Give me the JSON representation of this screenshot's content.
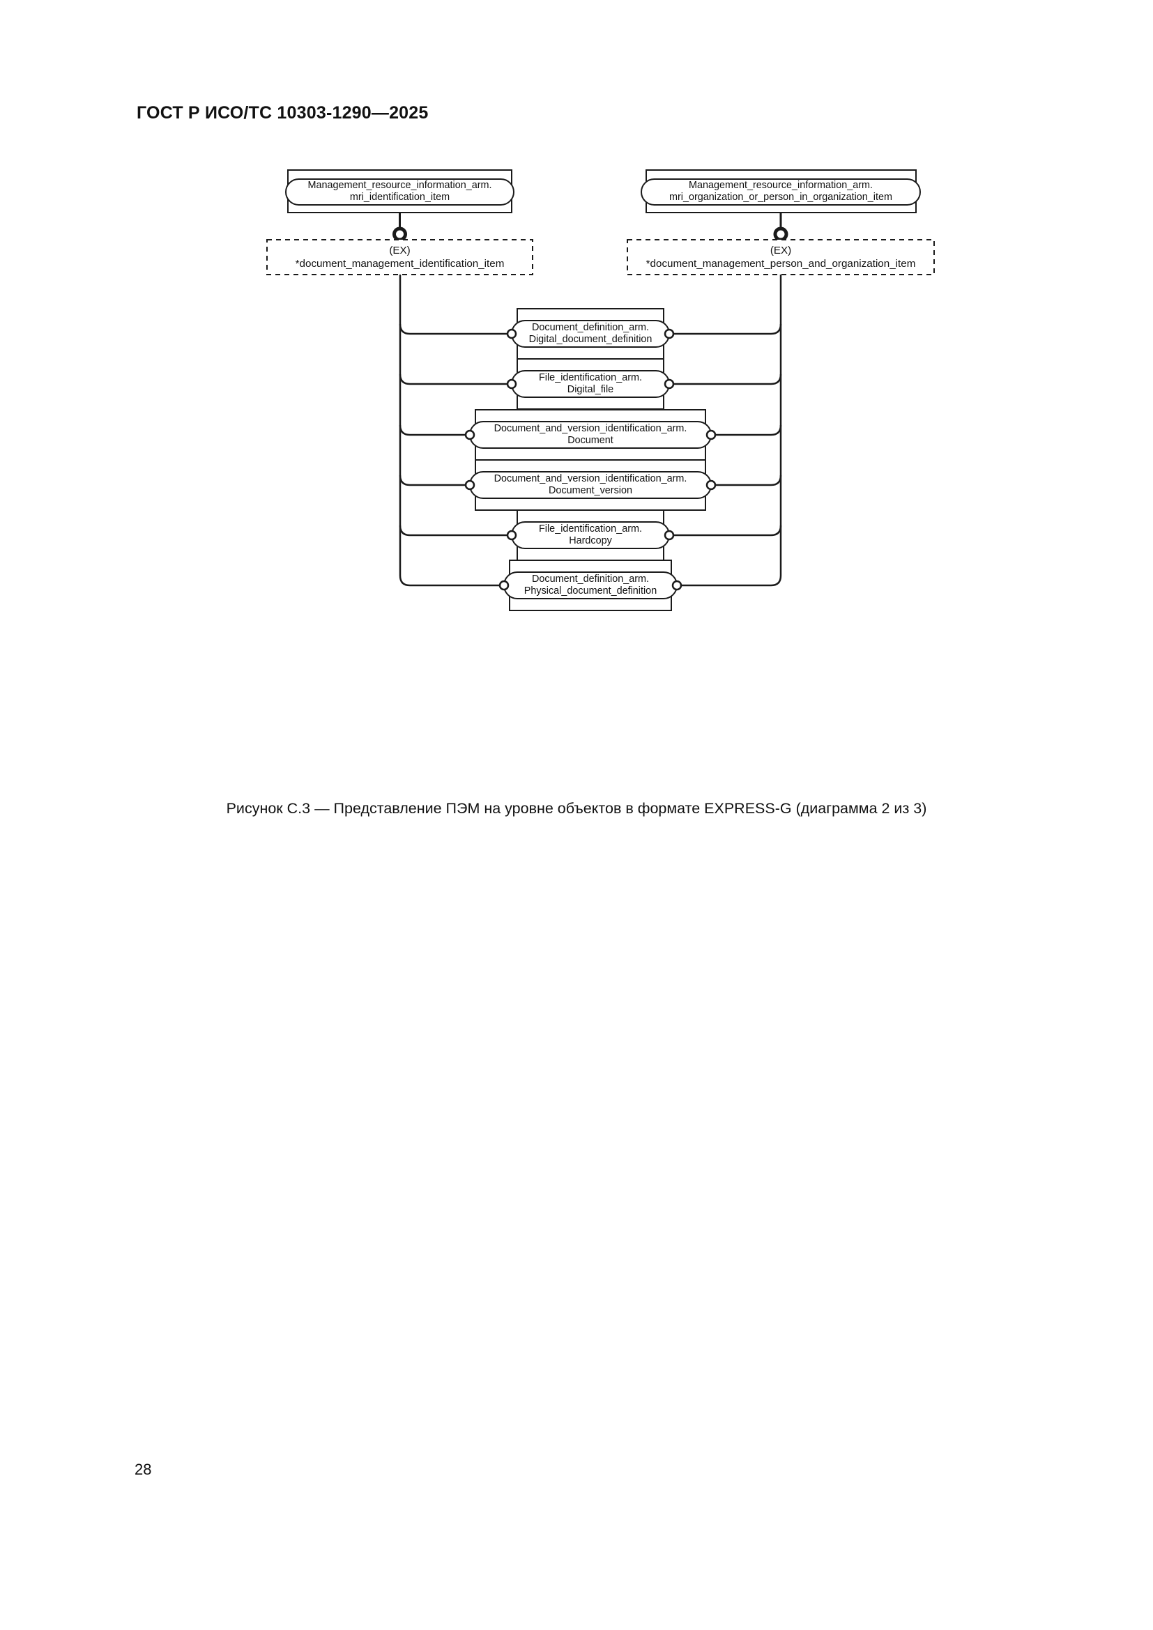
{
  "document": {
    "header": "ГОСТ Р ИСО/ТС 10303-1290—2025",
    "page_number": "28",
    "figure_caption": "Рисунок С.3 — Представление ПЭМ на уровне объектов в формате EXPRESS-G (диаграмма 2 из 3)"
  },
  "diagram": {
    "type": "EXPRESS-G entity-level diagram",
    "stroke_color": "#1a1a1a",
    "background_color": "#ffffff",
    "supertypes": [
      {
        "id": "mri-identification-item",
        "line1": "Management_resource_information_arm.",
        "line2": "mri_identification_item"
      },
      {
        "id": "mri-organization-or-person-in-organization-item",
        "line1": "Management_resource_information_arm.",
        "line2": "mri_organization_or_person_in_organization_item"
      }
    ],
    "select_types": [
      {
        "id": "document-management-identification-item",
        "tag": "(EX)",
        "name": "*document_management_identification_item"
      },
      {
        "id": "document-management-person-and-organization-item",
        "tag": "(EX)",
        "name": "*document_management_person_and_organization_item"
      }
    ],
    "entities": [
      {
        "id": "digital-document-definition",
        "line1": "Document_definition_arm.",
        "line2": "Digital_document_definition"
      },
      {
        "id": "digital-file",
        "line1": "File_identification_arm.",
        "line2": "Digital_file"
      },
      {
        "id": "document",
        "line1": "Document_and_version_identification_arm.",
        "line2": "Document"
      },
      {
        "id": "document-version",
        "line1": "Document_and_version_identification_arm.",
        "line2": "Document_version"
      },
      {
        "id": "hardcopy",
        "line1": "File_identification_arm.",
        "line2": "Hardcopy"
      },
      {
        "id": "physical-document-definition",
        "line1": "Document_definition_arm.",
        "line2": "Physical_document_definition"
      }
    ]
  }
}
